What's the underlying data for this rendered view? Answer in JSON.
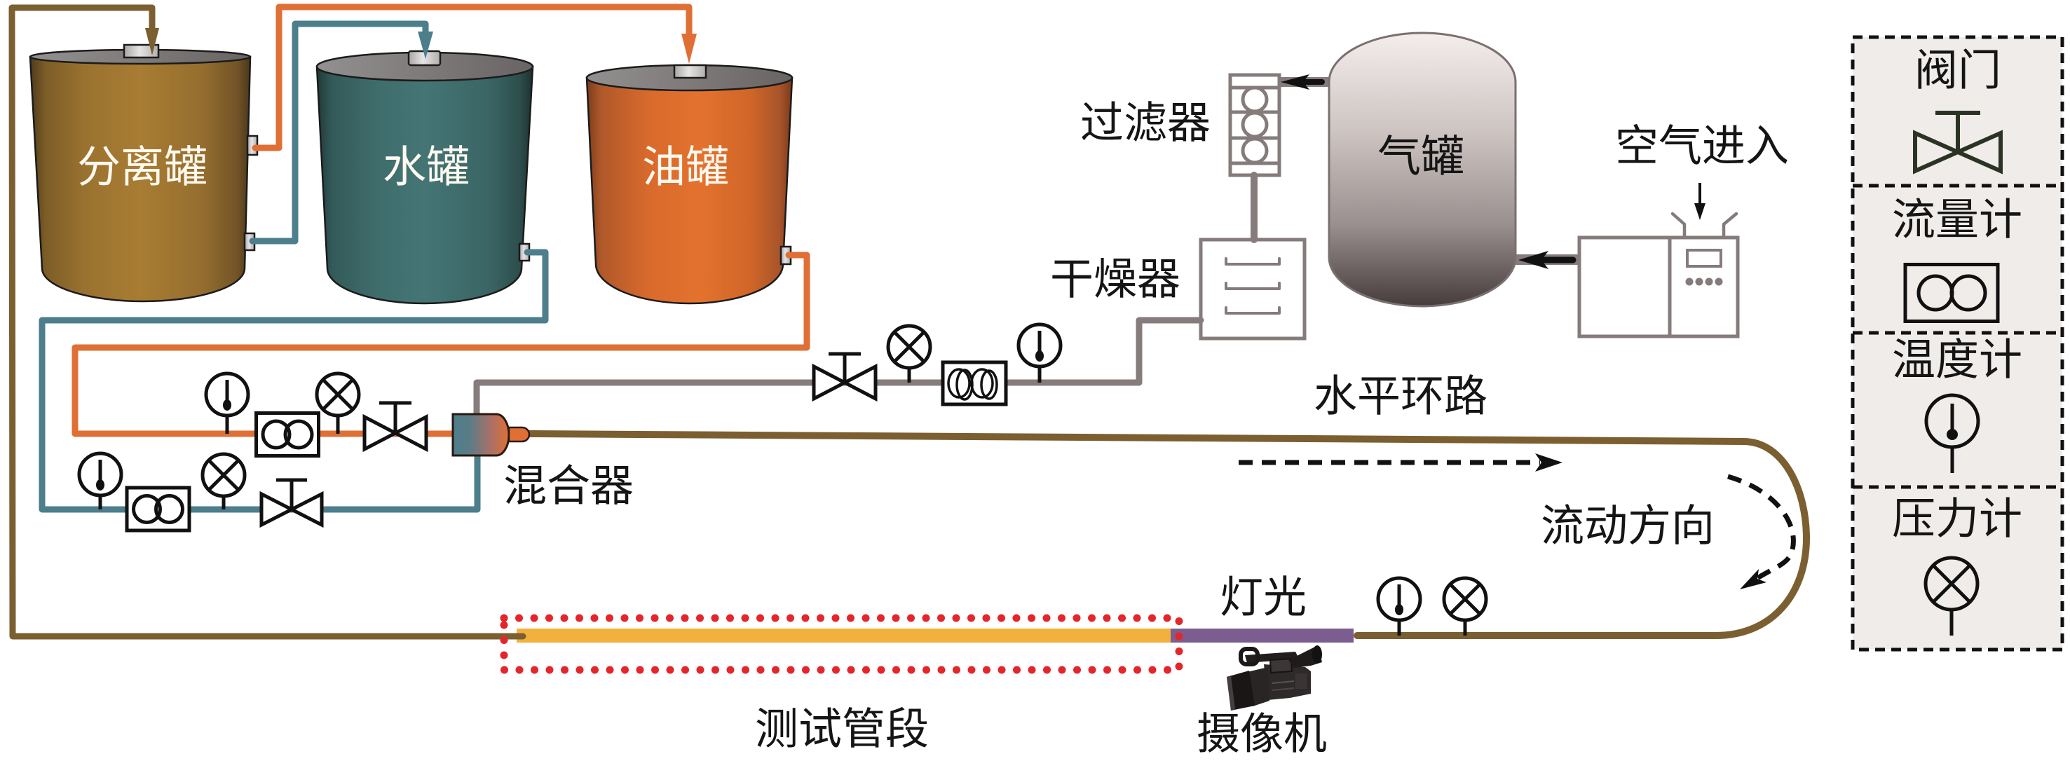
{
  "tanks": {
    "separator": {
      "label": "分离罐"
    },
    "water": {
      "label": "水罐"
    },
    "oil": {
      "label": "油罐"
    },
    "gas": {
      "label": "气罐"
    }
  },
  "components": {
    "filter": {
      "label": "过滤器"
    },
    "dryer": {
      "label": "干燥器"
    },
    "compressor": {
      "air_inlet_label": "空气进入"
    },
    "mixer": {
      "label": "混合器"
    },
    "light": {
      "label": "灯光"
    },
    "camera": {
      "label": "摄像机"
    }
  },
  "loop": {
    "label": "水平环路",
    "flow_direction_label": "流动方向",
    "test_section_label": "测试管段"
  },
  "lines": {
    "oil_supply": {
      "instruments": [
        "thermometer",
        "flow-meter",
        "pressure-gauge",
        "valve"
      ]
    },
    "water_supply": {
      "instruments": [
        "thermometer",
        "flow-meter",
        "pressure-gauge",
        "valve"
      ]
    },
    "gas_supply": {
      "instruments": [
        "valve",
        "pressure-gauge",
        "flow-meter",
        "thermometer"
      ]
    },
    "loop_return": {
      "instruments": [
        "thermometer",
        "pressure-gauge"
      ]
    }
  },
  "legend": {
    "items": [
      {
        "label": "阀门",
        "icon": "valve-icon"
      },
      {
        "label": "流量计",
        "icon": "flow-meter-icon"
      },
      {
        "label": "温度计",
        "icon": "thermometer-icon"
      },
      {
        "label": "压力计",
        "icon": "pressure-gauge-icon"
      }
    ]
  },
  "colors": {
    "separator_tank": "#a87c32",
    "water_tank": "#447575",
    "oil_tank": "#e4722e",
    "gas_tank_top": "#f3edeb",
    "gas_tank_bottom": "#463c3b",
    "pipe_mixture": "#7b5f31",
    "pipe_oil": "#df6f35",
    "pipe_water": "#4c7e8c",
    "pipe_gas": "#867c7c",
    "test_section": "#f1b13c",
    "light_section": "#7b5e8f",
    "test_section_outline": "#e3262b",
    "legend_background": "#efecea",
    "legend_valve": "#2b3424"
  }
}
